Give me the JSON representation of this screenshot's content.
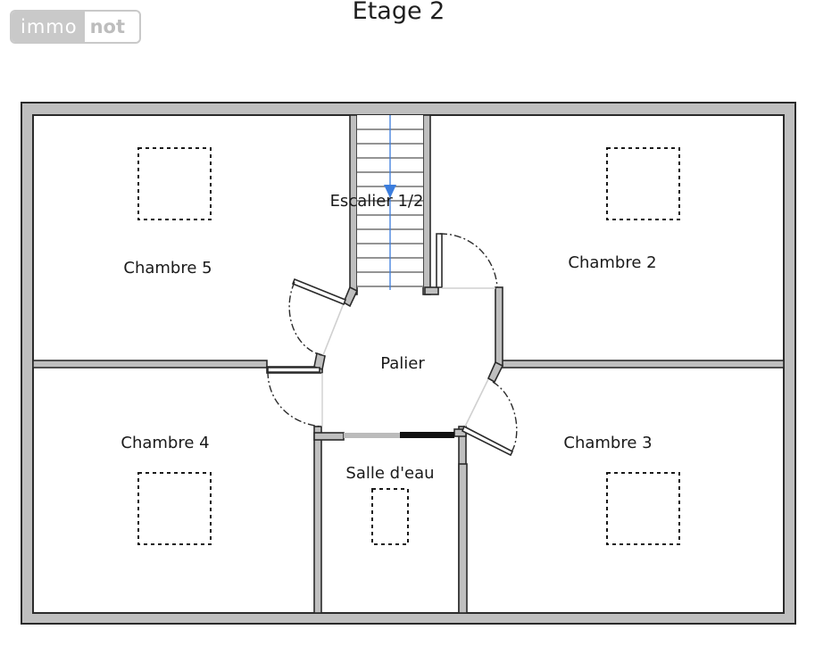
{
  "logo": {
    "part1": "immo",
    "part2": "not"
  },
  "title": "Etage 2",
  "rooms": {
    "chambre5": "Chambre 5",
    "chambre2": "Chambre 2",
    "chambre4": "Chambre 4",
    "chambre3": "Chambre 3",
    "palier": "Palier",
    "salle_eau": "Salle d'eau",
    "escalier": "Escalier 1/2"
  },
  "colors": {
    "wall_fill": "#bfbfbf",
    "wall_stroke": "#2b2b2b",
    "stair_arrow": "#3b7ddd",
    "fixture": "#1a1a1a"
  }
}
